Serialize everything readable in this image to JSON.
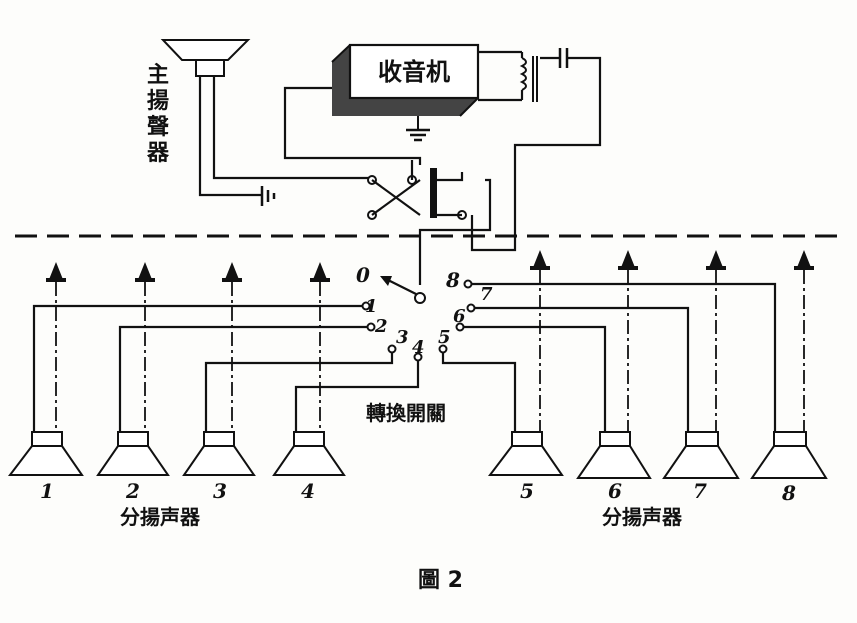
{
  "radio_label": "收音机",
  "main_speaker_label": "主揚聲器",
  "switch_label": "轉換開關",
  "branch_label_left": "分揚声器",
  "branch_label_right": "分揚声器",
  "figure_caption": "圖 2",
  "switch_positions": [
    "0",
    "1",
    "2",
    "3",
    "4",
    "5",
    "6",
    "7",
    "8"
  ],
  "speaker_numbers": [
    "1",
    "2",
    "3",
    "4",
    "5",
    "6",
    "7",
    "8"
  ]
}
